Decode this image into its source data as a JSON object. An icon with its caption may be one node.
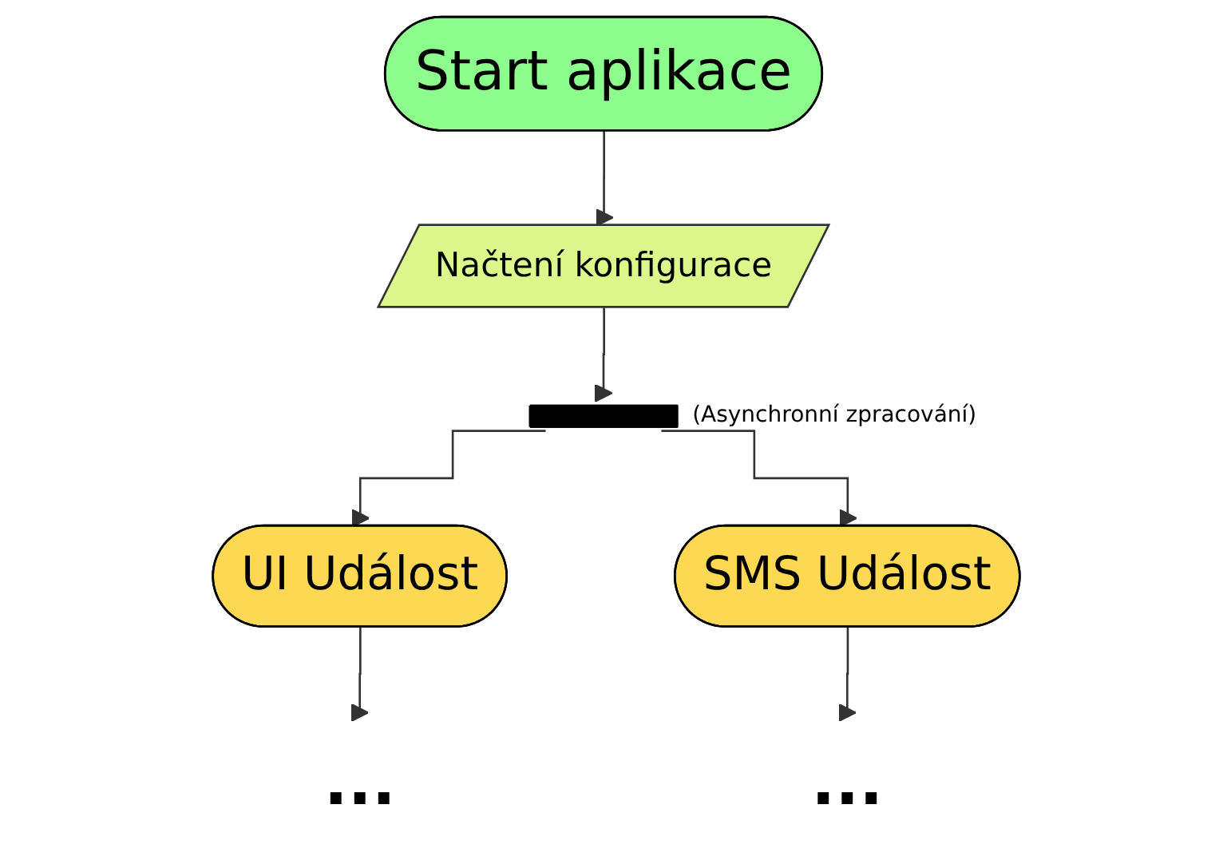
{
  "diagram": {
    "nodes": [
      {
        "text": [
          "Start aplikace"
        ]
      },
      {
        "text": [
          "Načtení konfigurace"
        ]
      },
      {
        "text": [],
        "shape": "bar",
        "beside": [
          "(Asynchronní zpracování)"
        ]
      },
      {
        "text": [
          "UI Událost"
        ]
      },
      {
        "text": [
          "SMS Událost"
        ]
      },
      {
        "text": [
          "..."
        ]
      },
      {
        "text": [
          "..."
        ]
      }
    ],
    "edges": [
      {
        "from": 0,
        "to": 1,
        "arrow": "to"
      },
      {
        "from": 1,
        "to": 2,
        "arrow": "to"
      },
      {
        "from": 2,
        "to": 3,
        "arrow": "to"
      },
      {
        "from": 2,
        "to": 4,
        "arrow": "to"
      },
      {
        "from": 3,
        "to": 5,
        "arrow": "to"
      },
      {
        "from": 4,
        "to": 6,
        "arrow": "to"
      }
    ]
  }
}
